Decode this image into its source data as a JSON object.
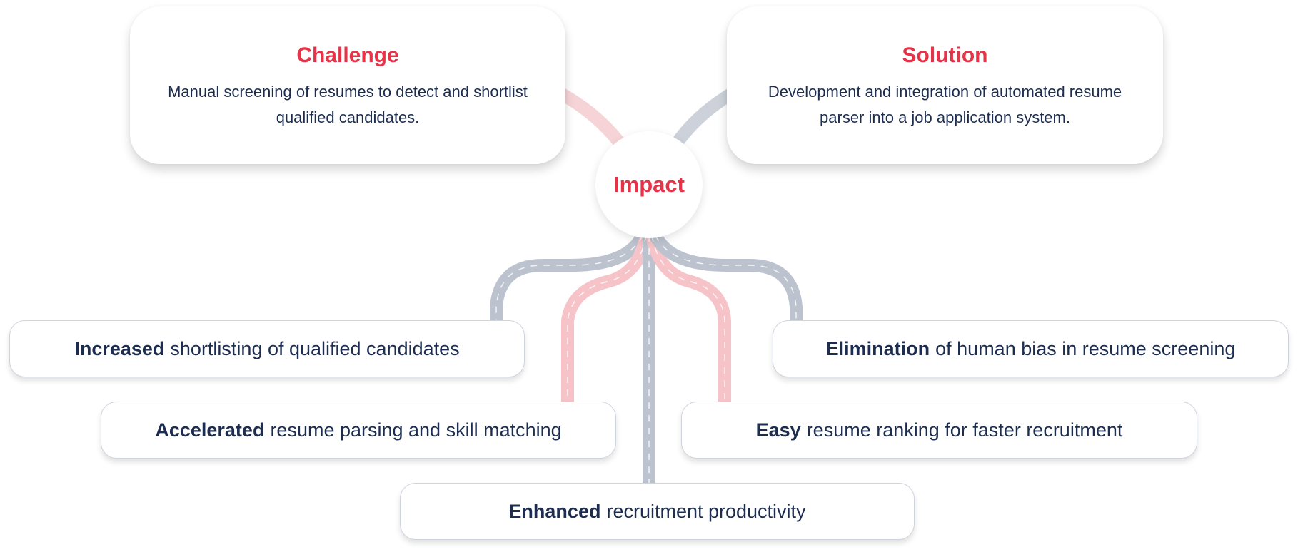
{
  "challenge": {
    "title": "Challenge",
    "text": "Manual screening of resumes to detect and shortlist qualified candidates."
  },
  "solution": {
    "title": "Solution",
    "text": "Development and integration of automated resume parser into a job application system."
  },
  "impact": {
    "label": "Impact"
  },
  "outcomes": [
    {
      "bold": "Increased",
      "rest": "shortlisting of qualified candidates"
    },
    {
      "bold": "Elimination",
      "rest": "of human bias in resume screening"
    },
    {
      "bold": "Accelerated",
      "rest": "resume parsing and skill matching"
    },
    {
      "bold": "Easy",
      "rest": "resume ranking for faster recruitment"
    },
    {
      "bold": "Enhanced",
      "rest": "recruitment productivity"
    }
  ],
  "colors": {
    "accent": "#e63347",
    "text": "#1d2d50",
    "road_grey": "#bcc3cf",
    "road_pink": "#f5c3c8"
  }
}
